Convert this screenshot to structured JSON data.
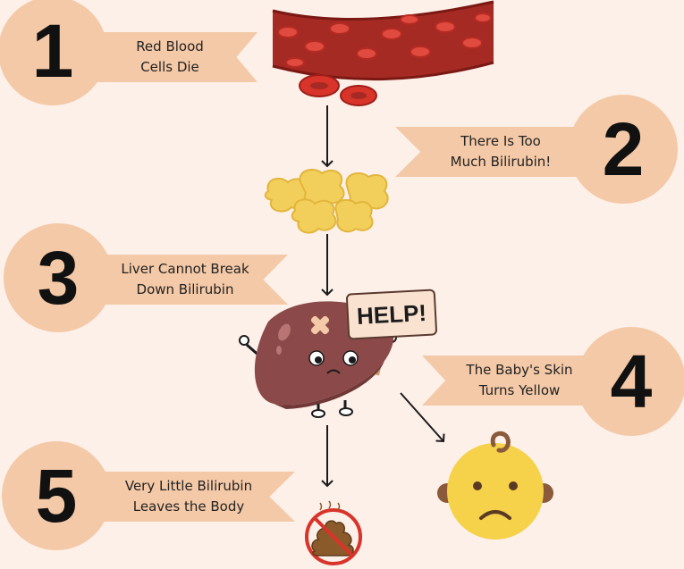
{
  "steps": [
    {
      "number": "1",
      "line1": "Red Blood",
      "line2": "Cells Die"
    },
    {
      "number": "2",
      "line1": "There Is Too",
      "line2": "Much Bilirubin!"
    },
    {
      "number": "3",
      "line1": "Liver Cannot Break",
      "line2": "Down Bilirubin"
    },
    {
      "number": "4",
      "line1": "The Baby's Skin",
      "line2": "Turns Yellow"
    },
    {
      "number": "5",
      "line1": "Very Little Bilirubin",
      "line2": "Leaves the Body"
    }
  ],
  "help_sign": "HELP!",
  "colors": {
    "background": "#fdf0e9",
    "accent": "#f4c9a7",
    "blood": "#c8302b",
    "bilirubin": "#f2cf5a",
    "liver": "#8b4a49",
    "baby": "#f5d24a"
  },
  "icons": [
    "blood-vessel-icon",
    "bilirubin-icon",
    "liver-icon",
    "baby-face-icon",
    "no-poop-icon"
  ]
}
